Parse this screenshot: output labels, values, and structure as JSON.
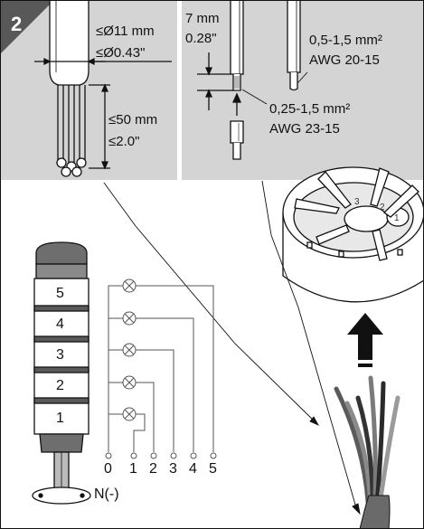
{
  "step_badge": "2",
  "panel_left": {
    "diameter_mm": "≤Ø11 mm",
    "diameter_in": "≤Ø0.43\"",
    "strip_mm": "≤50 mm",
    "strip_in": "≤2.0\""
  },
  "panel_right": {
    "strip_mm": "7 mm",
    "strip_in": "0.28\"",
    "wire_solid_mm2": "0,5-1,5 mm²",
    "wire_solid_awg": "AWG 20-15",
    "wire_ferrule_mm2": "0,25-1,5 mm²",
    "wire_ferrule_awg": "AWG 23-15"
  },
  "tower_segments": [
    "5",
    "4",
    "3",
    "2",
    "1"
  ],
  "terminal_labels": [
    "0",
    "1",
    "2",
    "3",
    "4",
    "5"
  ],
  "neutral_label": "N(-)",
  "base_numbers": [
    "3",
    "2",
    "1"
  ],
  "colors": {
    "panel_gray": "#d4d4d4",
    "badge_bg": "#585858",
    "wire_colors": [
      "#5a5a5a",
      "#8a8a8a",
      "#333333",
      "#7a7a7a",
      "#2a2a2a",
      "#9a9a9a"
    ]
  }
}
